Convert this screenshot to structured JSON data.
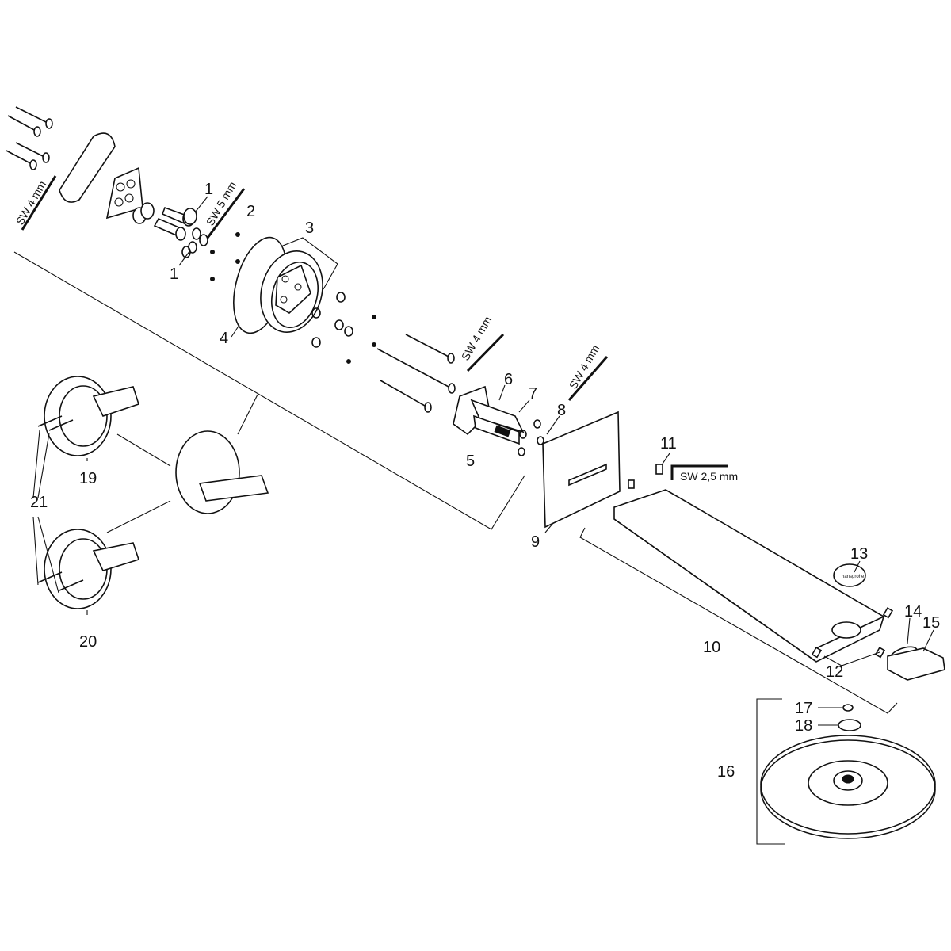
{
  "callouts": {
    "c1a": "1",
    "c1b": "1",
    "c2": "2",
    "c3": "3",
    "c4": "4",
    "c5": "5",
    "c6": "6",
    "c7": "7",
    "c8": "8",
    "c9": "9",
    "c10": "10",
    "c11": "11",
    "c12": "12",
    "c13": "13",
    "c14": "14",
    "c15": "15",
    "c16": "16",
    "c17": "17",
    "c18": "18",
    "c19": "19",
    "c20": "20",
    "c21": "21"
  },
  "tools": {
    "t1": "SW 4 mm",
    "t2": "SW 5 mm",
    "t3": "SW 4 mm",
    "t4": "SW 4 mm",
    "t5": "SW 2,5 mm"
  },
  "logo_text": "hansgrohe"
}
